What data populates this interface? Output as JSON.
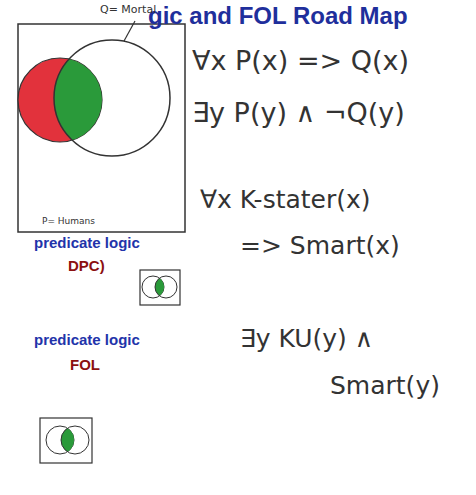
{
  "diagram": {
    "title": "gic and FOL Road Map",
    "labels": [
      "Q= Mortal",
      "P= Humans",
      "predicate logic",
      "DPC)",
      "predicate logic",
      "FOL",
      "∀x P(x) => Q(x)",
      "∃y P(y) ∧ ¬Q(y)",
      "∀x K-stater(x)",
      "=> Smart(x)",
      "∃y KU(y) ∧",
      "Smart(y)"
    ]
  }
}
